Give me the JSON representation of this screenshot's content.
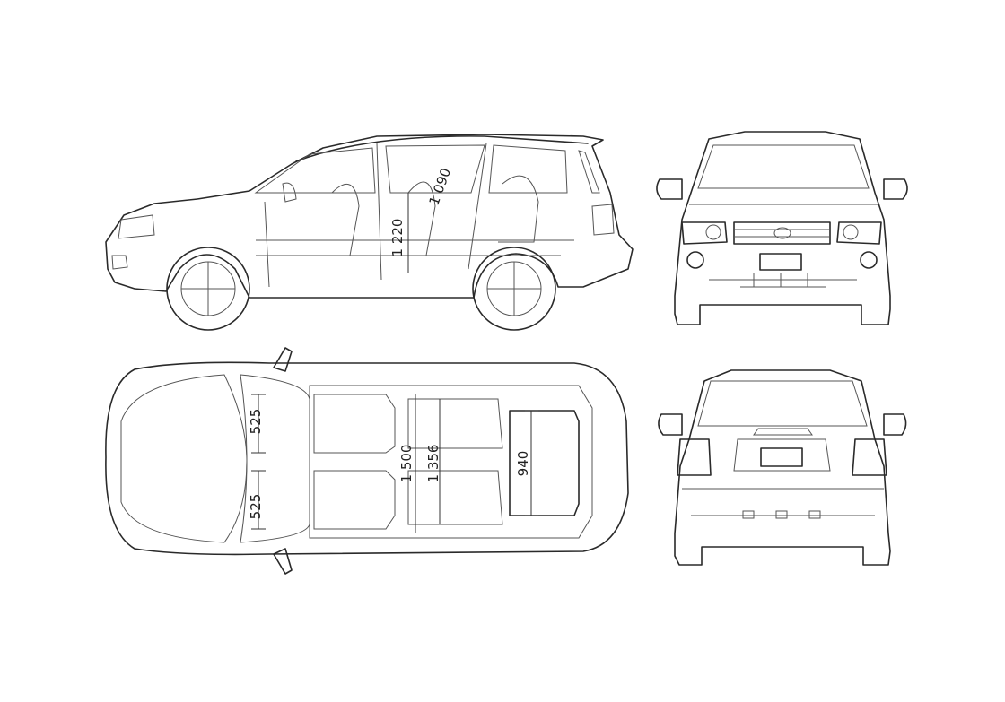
{
  "views": {
    "side": "side-view",
    "front": "front-view",
    "top": "top-view",
    "rear": "rear-view"
  },
  "dimensions": {
    "side_height": "1 220",
    "side_diag": "1 090",
    "top_front_seat_upper": "525",
    "top_front_seat_lower": "525",
    "top_interior_width_1": "1 500",
    "top_interior_width_2": "1 356",
    "top_cargo_width": "940"
  },
  "colors": {
    "line": "#2a2a2a",
    "background": "#ffffff"
  }
}
